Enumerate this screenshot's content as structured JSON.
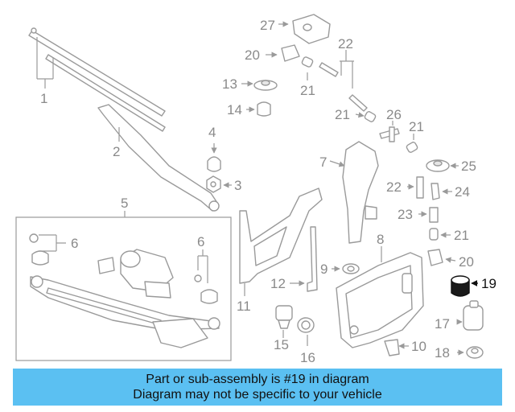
{
  "diagram": {
    "callouts": {
      "c1": "1",
      "c2": "2",
      "c3": "3",
      "c4": "4",
      "c5": "5",
      "c6a": "6",
      "c6b": "6",
      "c7": "7",
      "c8": "8",
      "c9": "9",
      "c10": "10",
      "c11": "11",
      "c12": "12",
      "c13": "13",
      "c14": "14",
      "c15": "15",
      "c16": "16",
      "c17": "17",
      "c18": "18",
      "c19": "19",
      "c20a": "20",
      "c20b": "20",
      "c21a": "21",
      "c21b": "21",
      "c21c": "21",
      "c21d": "21",
      "c22a": "22",
      "c22b": "22",
      "c23": "23",
      "c24": "24",
      "c25": "25",
      "c26": "26",
      "c27": "27"
    },
    "highlighted_part": "19"
  },
  "banner": {
    "line1": "Part or sub-assembly is #19 in diagram",
    "line2": "Diagram may not be specific to your vehicle",
    "color": "#5bc0f2"
  }
}
